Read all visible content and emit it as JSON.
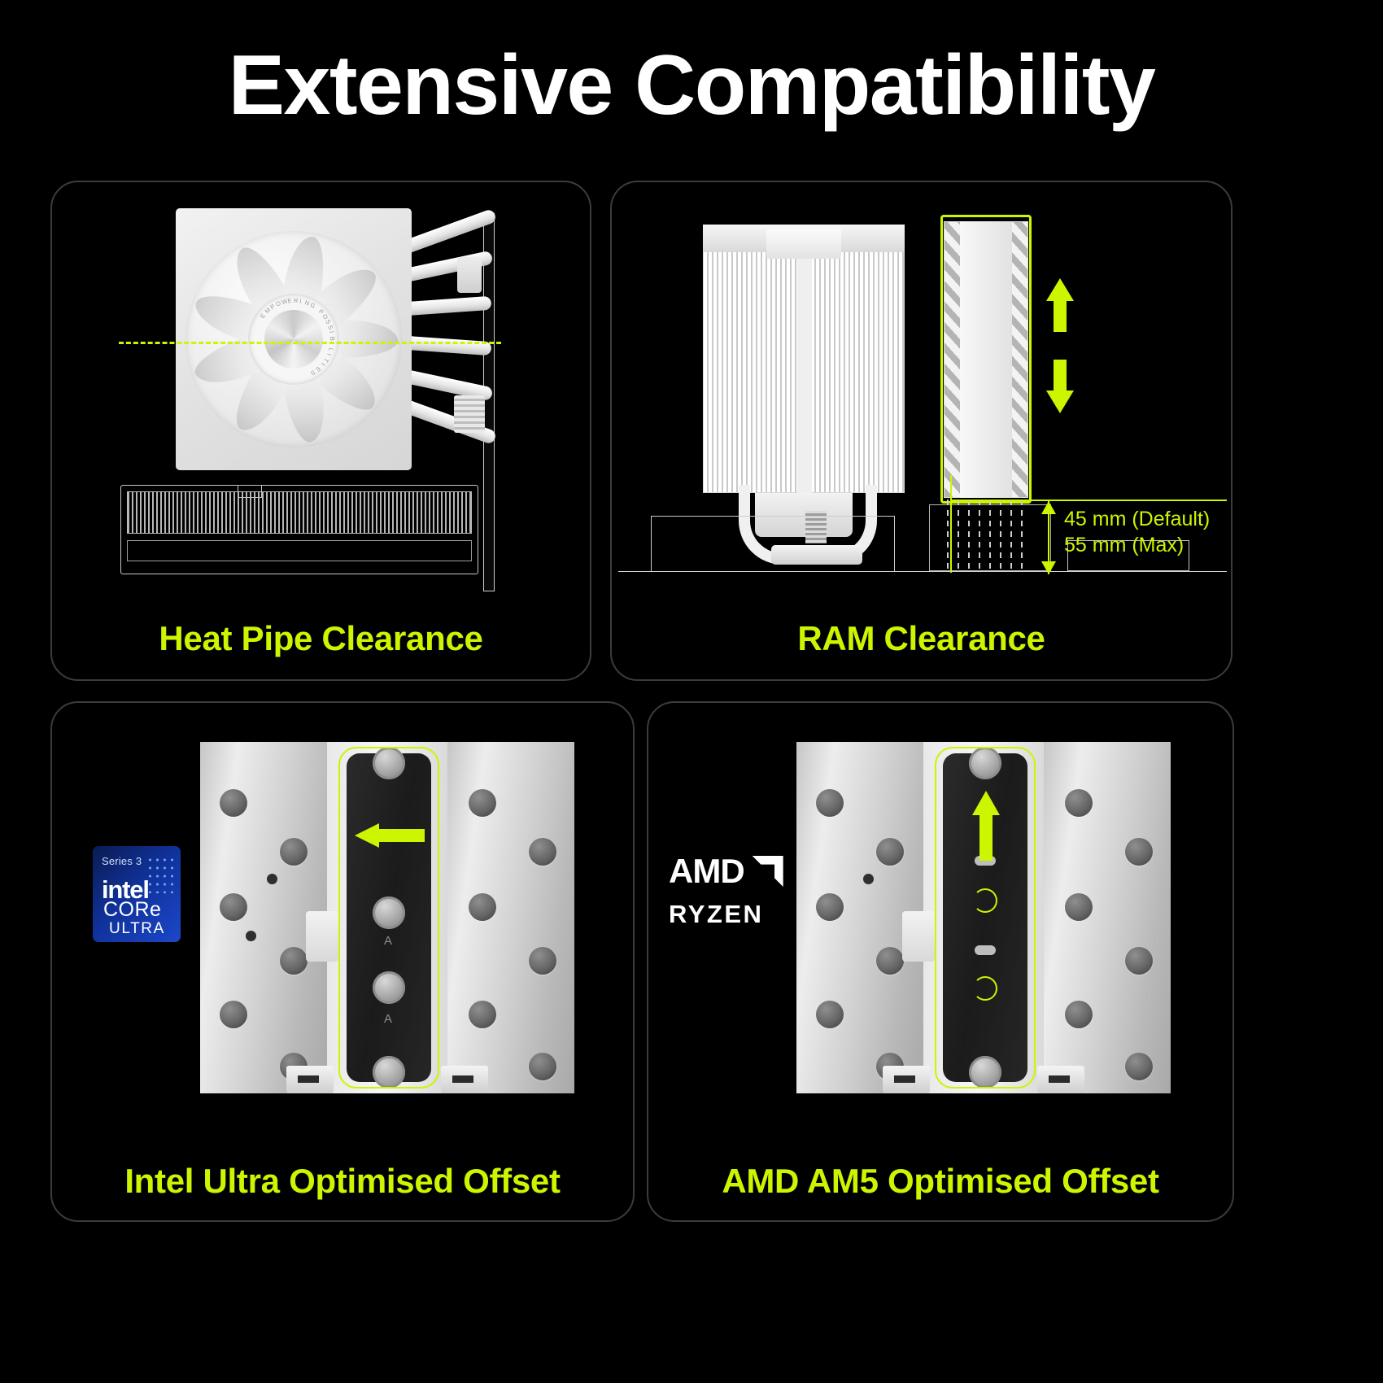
{
  "header": {
    "title": "Extensive Compatibility"
  },
  "theme": {
    "background": "#000000",
    "accent": "#ccf500",
    "panel_border": "#3c3c3c",
    "title_color": "#ffffff",
    "metal_light": "#f2f2f2",
    "intel_blue": "#1c47c8"
  },
  "panels": [
    {
      "id": "heat-pipe-clearance",
      "label": "Heat Pipe Clearance",
      "figure": {
        "type": "side-view-diagram",
        "fan_hub_text": "EMPOWERING POSSIBILITIES",
        "annotation": "dashed-centre-axis",
        "parts": [
          "cooler fan",
          "heat pipe bundle",
          "motherboard backplate",
          "RAM module wireframe"
        ]
      }
    },
    {
      "id": "ram-clearance",
      "label": "RAM Clearance",
      "figure": {
        "type": "front-view-diagram",
        "measurements": [
          "45 mm (Default)",
          "55 mm (Max)"
        ],
        "arrows": [
          "up",
          "down"
        ],
        "parts": [
          "fin stack tower",
          "heat pipes",
          "cold plate",
          "DIMM module",
          "motherboard wireframe"
        ]
      }
    },
    {
      "id": "intel-ultra-optimised-offset",
      "label": "Intel Ultra Optimised Offset",
      "brand": {
        "name": "intel",
        "series": "Series 3",
        "line1": "CORe",
        "line2": "ULTRA"
      },
      "figure": {
        "type": "mounting-plate-diagram",
        "arrow_direction": "left",
        "marks": [
          "A",
          "A"
        ]
      }
    },
    {
      "id": "amd-am5-optimised-offset",
      "label": "AMD AM5 Optimised Offset",
      "brand": {
        "name": "AMD",
        "sub": "RYZEN"
      },
      "figure": {
        "type": "mounting-plate-diagram",
        "arrow_direction": "up",
        "marks": [
          "ring",
          "ring"
        ]
      }
    }
  ]
}
